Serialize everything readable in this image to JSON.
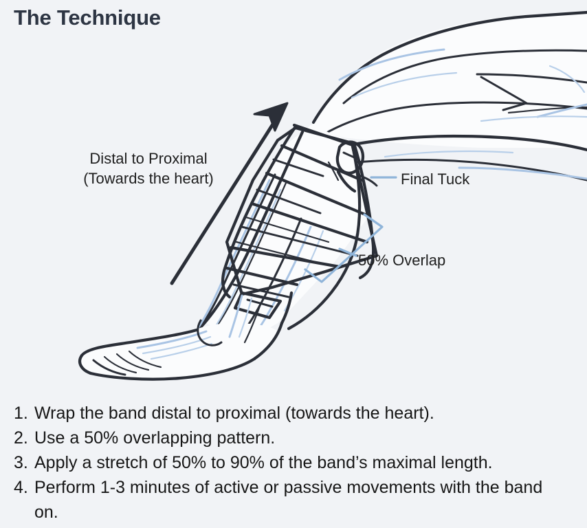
{
  "page": {
    "title": "The Technique",
    "background_color": "#f1f3f6",
    "title_color": "#2d3543",
    "accent_blue": "#8fb4d9",
    "ink_color": "#2b2f38"
  },
  "diagram": {
    "name": "compression-band-wrap-lower-leg",
    "direction_label": {
      "line1": "Distal to Proximal",
      "line2": "(Towards the heart)"
    },
    "final_tuck_label": "Final Tuck",
    "overlap_label": "50% Overlap",
    "arrow": {
      "name": "direction-arrow",
      "points_toward": "up-right"
    }
  },
  "steps": [
    {
      "number": "1.",
      "text": "Wrap the band distal to proximal (towards the heart)."
    },
    {
      "number": "2.",
      "text": "Use a 50% overlapping pattern."
    },
    {
      "number": "3.",
      "text": "Apply a stretch of 50% to 90% of the band’s maximal length."
    },
    {
      "number": "4.",
      "text": "Perform 1-3 minutes of active or passive movements with the band on."
    }
  ]
}
